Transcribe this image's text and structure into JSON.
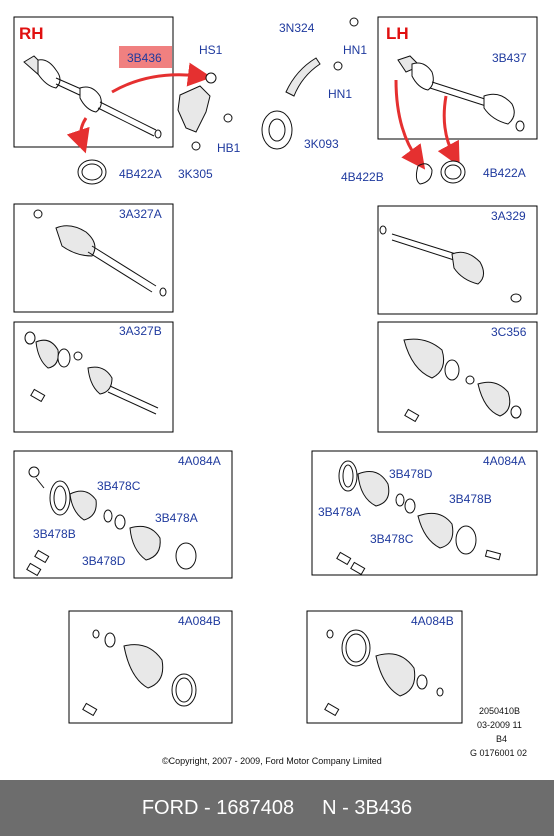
{
  "sides": {
    "rh": "RH",
    "lh": "LH"
  },
  "highlight": {
    "fill": "#f08080",
    "label": "3B436"
  },
  "callouts": {
    "hs1": "HS1",
    "n3n324": "3N324",
    "hn1a": "HN1",
    "hn1b": "HN1",
    "hb1": "HB1",
    "k305": "3K305",
    "k093": "3K093",
    "b437": "3B437",
    "b422a_rh": "4B422A",
    "b422b_lh": "4B422B",
    "b422a_lh": "4B422A"
  },
  "panels": {
    "a327a": "3A327A",
    "a329": "3A329",
    "a327b": "3A327B",
    "c356": "3C356",
    "a084a_l": "4A084A",
    "a084a_r": "4A084A",
    "a084b_l": "4A084B",
    "a084b_r": "4A084B"
  },
  "parts": {
    "l_478c": "3B478C",
    "l_478b": "3B478B",
    "l_478a": "3B478A",
    "l_478d": "3B478D",
    "r_478d": "3B478D",
    "r_478a": "3B478A",
    "r_478b": "3B478B",
    "r_478c": "3B478C"
  },
  "meta": {
    "line1": "2050410B",
    "line2": "03-2009 11",
    "line3": "B4",
    "line4": "G 0176001 02"
  },
  "copyright": "©Copyright, 2007 - 2009, Ford Motor Company Limited",
  "footer": {
    "brand_part": "FORD - 1687408",
    "ref": "N - 3B436"
  },
  "colors": {
    "label_blue": "#1f3a9e",
    "side_red": "#e01010",
    "arrow_red": "#e53030",
    "footer_bg": "#6d6d6d"
  }
}
